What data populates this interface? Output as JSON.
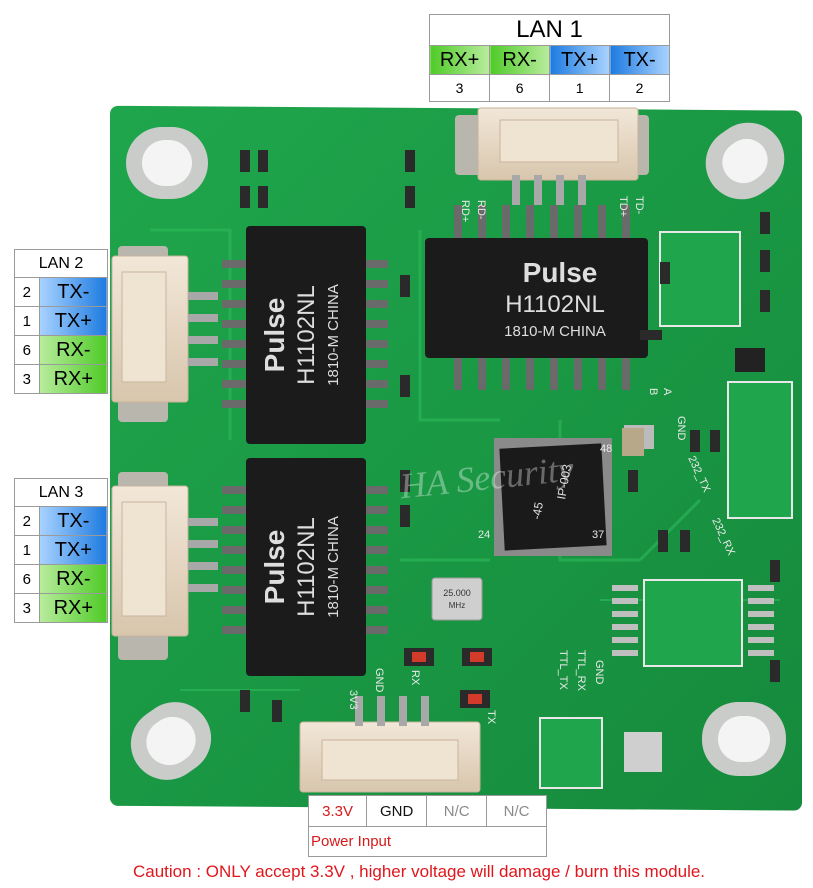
{
  "lan1": {
    "title": "LAN 1",
    "signals": [
      "RX+",
      "RX-",
      "TX+",
      "TX-"
    ],
    "pins": [
      "3",
      "6",
      "1",
      "2"
    ]
  },
  "lan2": {
    "title": "LAN 2",
    "rows": [
      {
        "pin": "2",
        "signal": "TX-"
      },
      {
        "pin": "1",
        "signal": "TX+"
      },
      {
        "pin": "6",
        "signal": "RX-"
      },
      {
        "pin": "3",
        "signal": "RX+"
      }
    ]
  },
  "lan3": {
    "title": "LAN 3",
    "rows": [
      {
        "pin": "2",
        "signal": "TX-"
      },
      {
        "pin": "1",
        "signal": "TX+"
      },
      {
        "pin": "6",
        "signal": "RX-"
      },
      {
        "pin": "3",
        "signal": "RX+"
      }
    ]
  },
  "power": {
    "pins": [
      "3.3V",
      "GND",
      "N/C",
      "N/C"
    ],
    "label": "Power Input"
  },
  "caution": "Caution : ONLY accept 3.3V , higher voltage will damage / burn this module.",
  "board": {
    "chip_brand": "Pulse",
    "chip_model": "H1102NL",
    "chip_code": "1810-M CHINA",
    "ic_marking_1": "IP-003",
    "ic_marking_2": "-45",
    "crystal_1": "25.000",
    "crystal_2": "MHz",
    "watermark": "HA Security",
    "silk_rd_minus": "RD-",
    "silk_rd_plus": "RD+",
    "silk_td_minus": "TD-",
    "silk_td_plus": "TD+",
    "silk_b": "B",
    "silk_a": "A",
    "silk_gnd": "GND",
    "silk_232rx": "232_RX",
    "silk_232tx": "232_TX",
    "silk_ttl_rx": "TTL_RX",
    "silk_ttl_tx": "TTL_TX",
    "silk_3v3": "3V3",
    "silk_gnd2": "GND",
    "silk_rx": "RX",
    "silk_tx": "TX",
    "silk_24": "24",
    "silk_37": "37",
    "silk_48": "48"
  },
  "colors": {
    "pcb": "#1a9a45",
    "rx_green": "#4fcb28",
    "tx_blue": "#1e7be0",
    "caution_red": "#e0161d"
  }
}
